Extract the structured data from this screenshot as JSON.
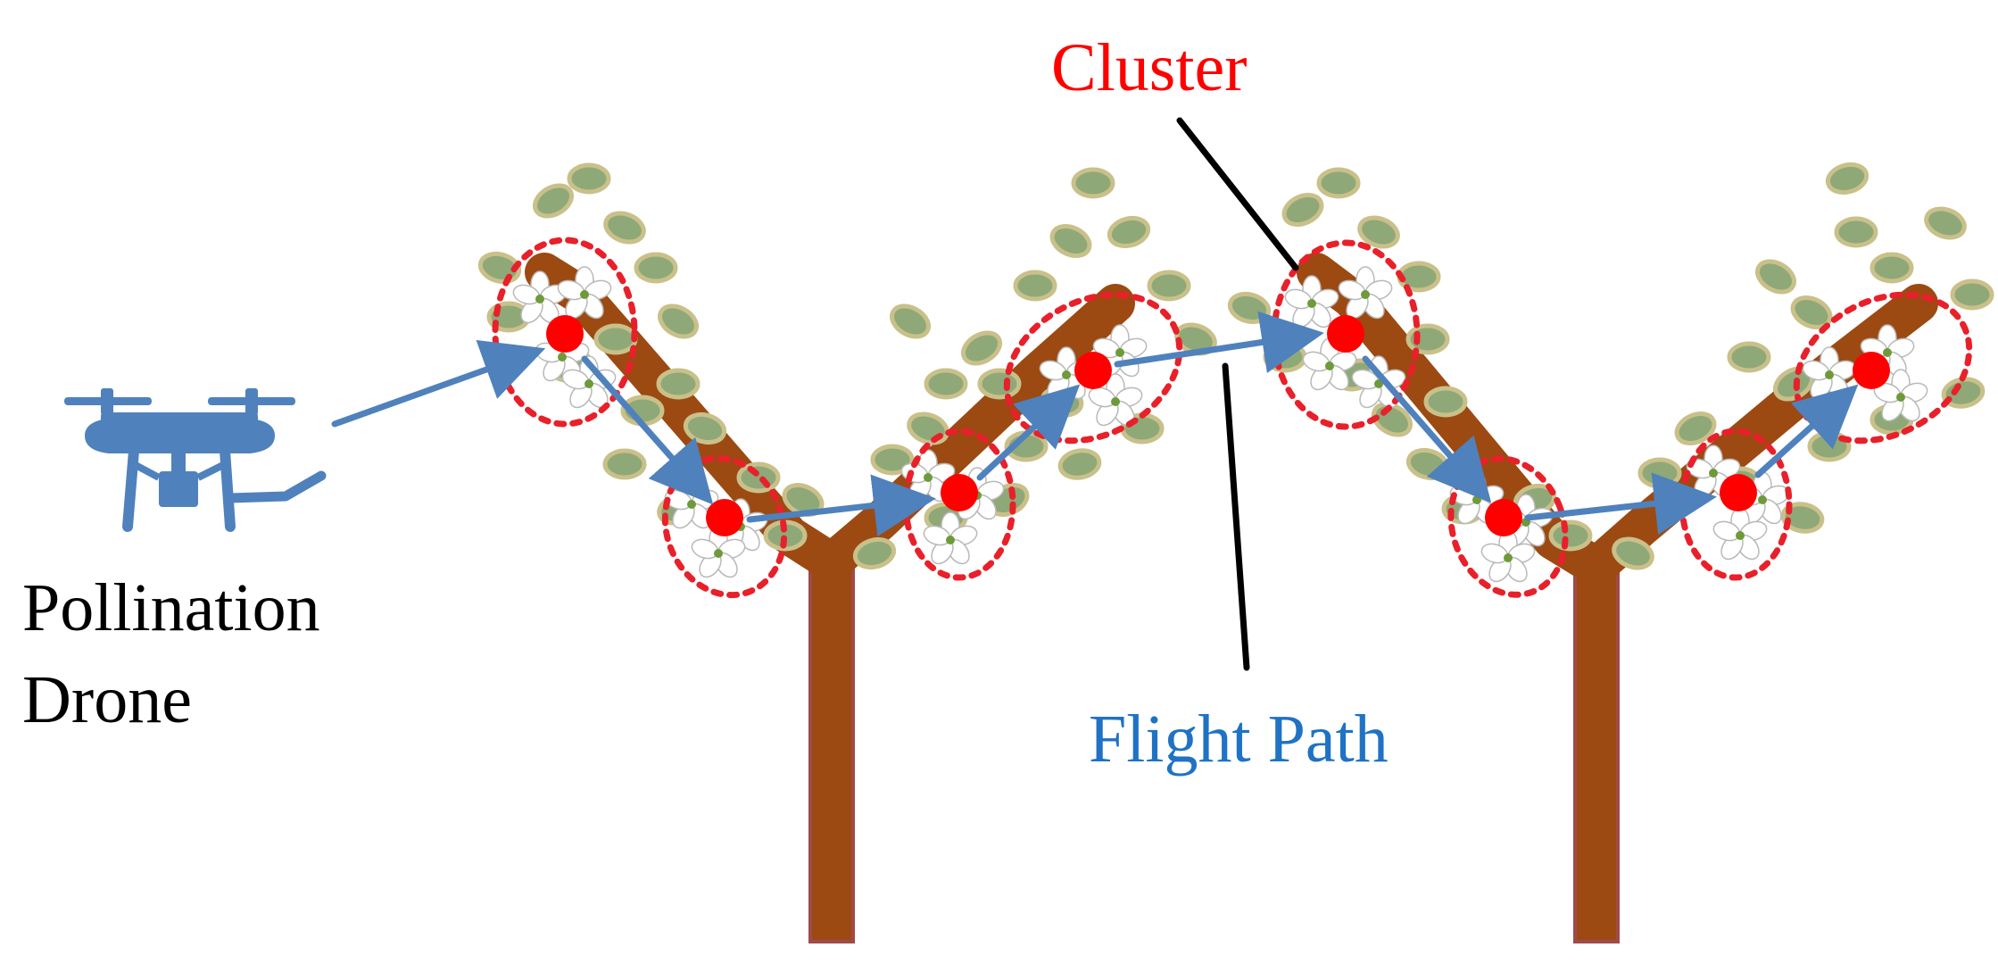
{
  "labels": {
    "cluster": "Cluster",
    "flight_path": "Flight Path",
    "drone_line1": "Pollination",
    "drone_line2": "Drone"
  },
  "colors": {
    "cluster_label": "#ff0000",
    "flight_path_label": "#1f72c4",
    "drone_label": "#000000",
    "cluster_outline": "#e8202a",
    "cluster_center": "#ff0000",
    "path_arrow": "#4f81bd",
    "drone": "#4f81bd",
    "trunk": "#9c4a12",
    "trunk_edge": "#a04a4a",
    "leaf_green": "#8fa878",
    "leaf_tan": "#c9c08a",
    "flower": "#ffffff",
    "leader_line": "#000000"
  },
  "icons": {
    "drone": "quadcopter-drone-icon",
    "tree": "trellis-fruit-tree",
    "flower": "blossom-flower"
  }
}
